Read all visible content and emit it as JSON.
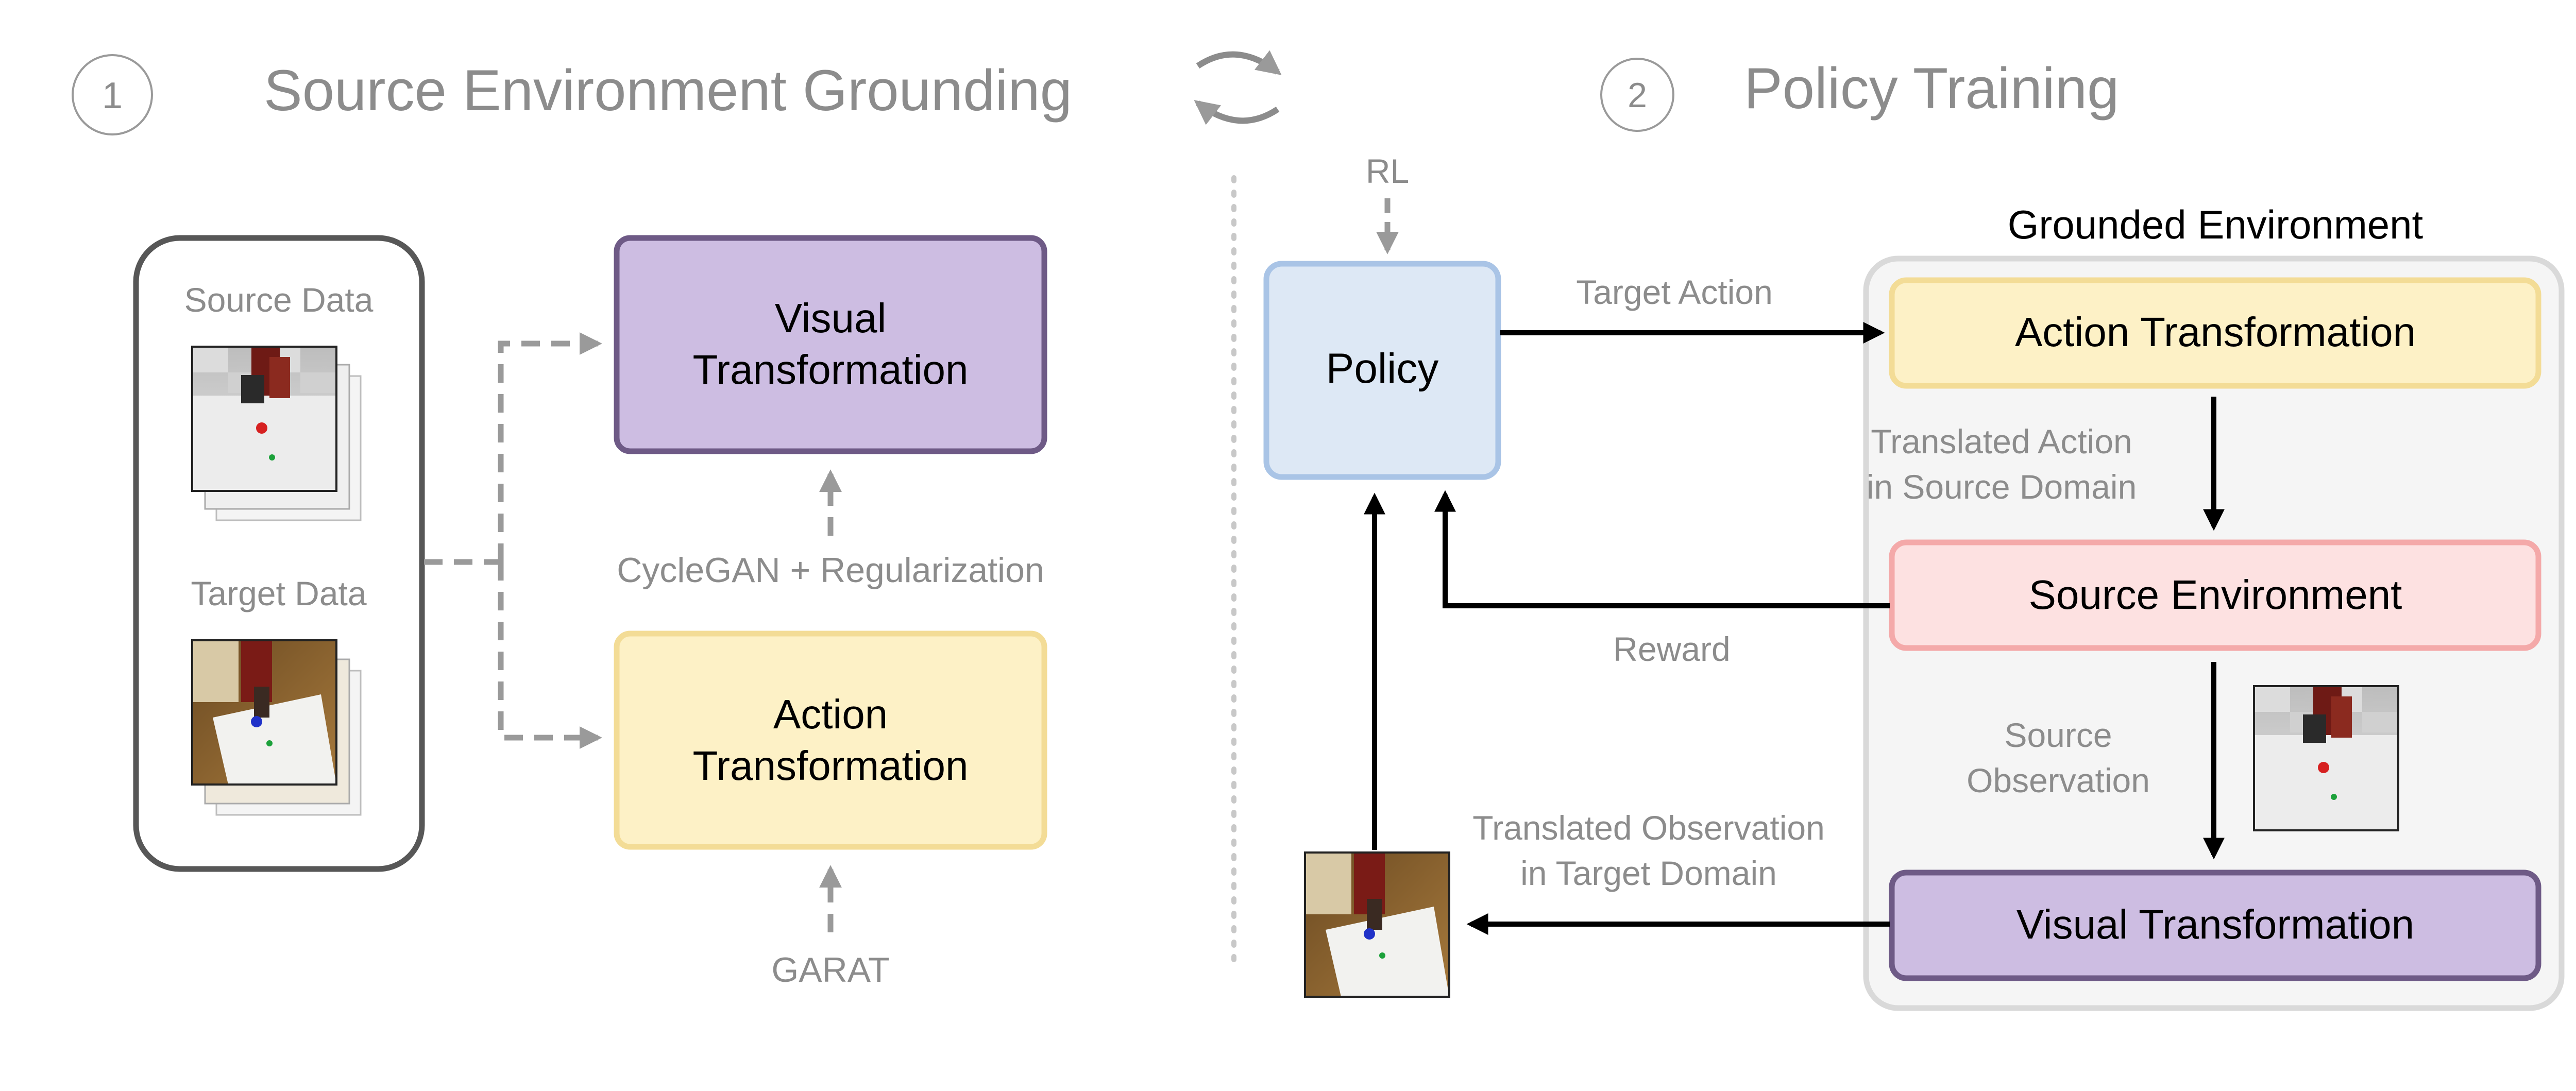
{
  "left": {
    "step_number": "1",
    "title": "Source Environment Grounding",
    "source_data_label": "Source Data",
    "target_data_label": "Target Data",
    "visual_box": [
      "Visual",
      "Transformation"
    ],
    "action_box": [
      "Action",
      "Transformation"
    ],
    "cyclegan_label": "CycleGAN + Regularization",
    "garat_label": "GARAT"
  },
  "right": {
    "step_number": "2",
    "title": "Policy Training",
    "rl_label": "RL",
    "policy_label": "Policy",
    "target_action_label": "Target Action",
    "grounded_env_label": "Grounded Environment",
    "action_transformation_label": "Action Transformation",
    "translated_action_label": [
      "Translated Action",
      "in Source Domain"
    ],
    "source_environment_label": "Source Environment",
    "reward_label": "Reward",
    "source_observation_label": [
      "Source",
      "Observation"
    ],
    "translated_observation_label": [
      "Translated Observation",
      "in Target Domain"
    ],
    "visual_transformation_label": "Visual Transformation"
  },
  "colors": {
    "purple_fill": "#cdbde2",
    "purple_stroke": "#6e5a86",
    "yellow_fill": "#fdf1c6",
    "yellow_stroke": "#f3dc96",
    "blue_fill": "#dde8f5",
    "blue_stroke": "#a9c4e6",
    "pink_fill": "#fde1e1",
    "pink_stroke": "#f4a9a9",
    "gray_text": "#8c8c8c",
    "dark": "#000000"
  },
  "icons": [
    "cycle-arrows-icon",
    "robot-sim-thumbnail",
    "robot-real-thumbnail"
  ]
}
